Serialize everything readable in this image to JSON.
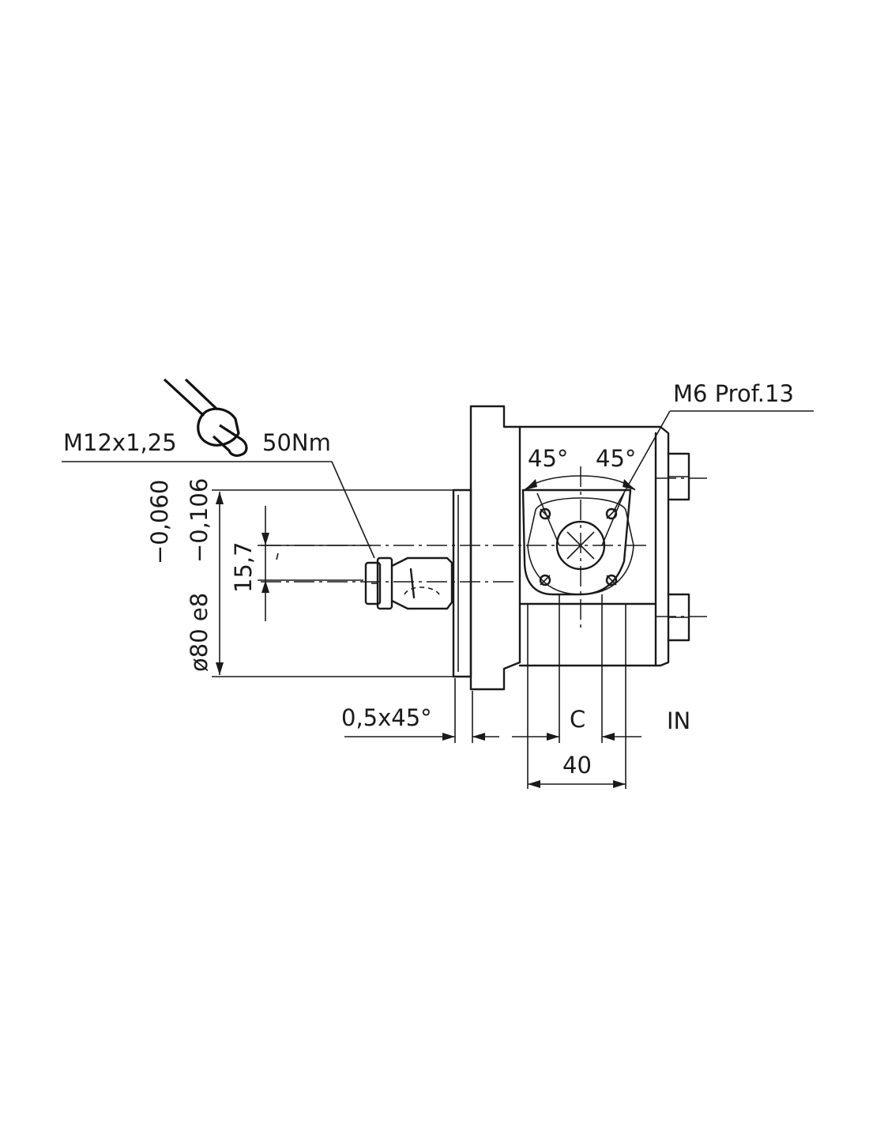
{
  "labels": {
    "thread": "M12x1,25",
    "torque": "50Nm",
    "port_thread": "M6  Prof.13",
    "angle_left": "45°",
    "angle_right": "45°",
    "tol_upper": "−0,060",
    "tol_lower": "−0,106",
    "shaft_offset": "15,7",
    "diameter": "ø80  e8",
    "chamfer": "0,5x45°",
    "dim_c": "C",
    "port_in": "IN",
    "dim_40": "40"
  },
  "colors": {
    "ink": "#1a1a1a",
    "paper": "#ffffff"
  }
}
